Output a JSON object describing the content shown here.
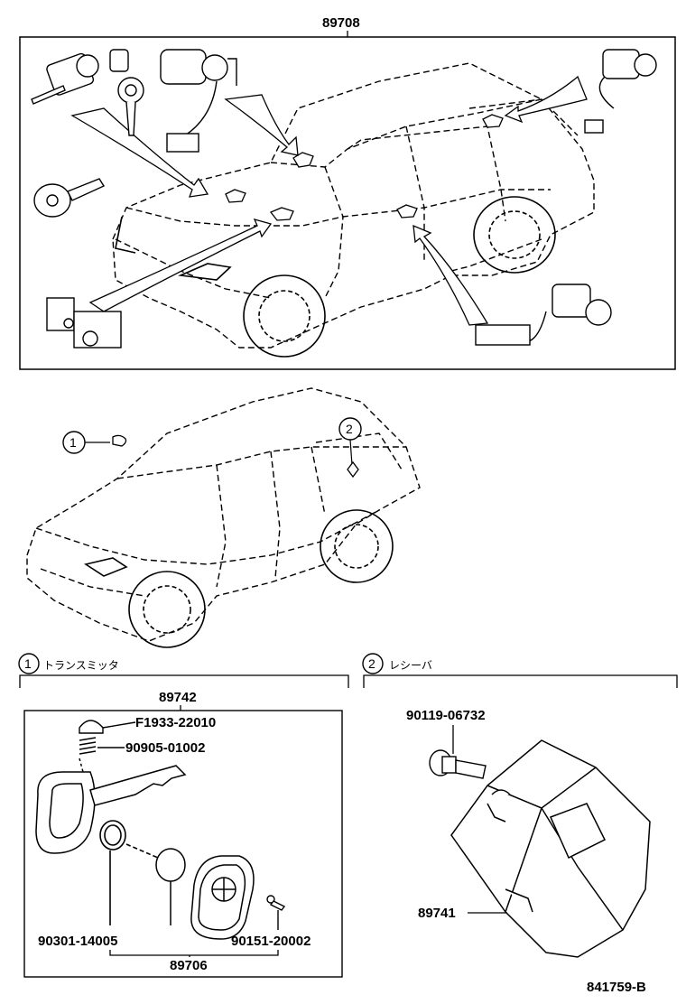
{
  "diagram": {
    "top_part_number": "89708",
    "callout_1": "1",
    "callout_2": "2",
    "section_1": {
      "number": "1",
      "title": "トランスミッタ"
    },
    "section_2": {
      "number": "2",
      "title": "レシーバ"
    },
    "transmitter": {
      "assembly_number": "89742",
      "parts": {
        "cap": "F1933-22010",
        "spring": "90905-01002",
        "o_ring": "90301-14005",
        "screw": "90151-20002",
        "subassembly": "89706"
      }
    },
    "receiver": {
      "screw": "90119-06732",
      "unit": "89741"
    },
    "figure_id": "841759-B"
  }
}
